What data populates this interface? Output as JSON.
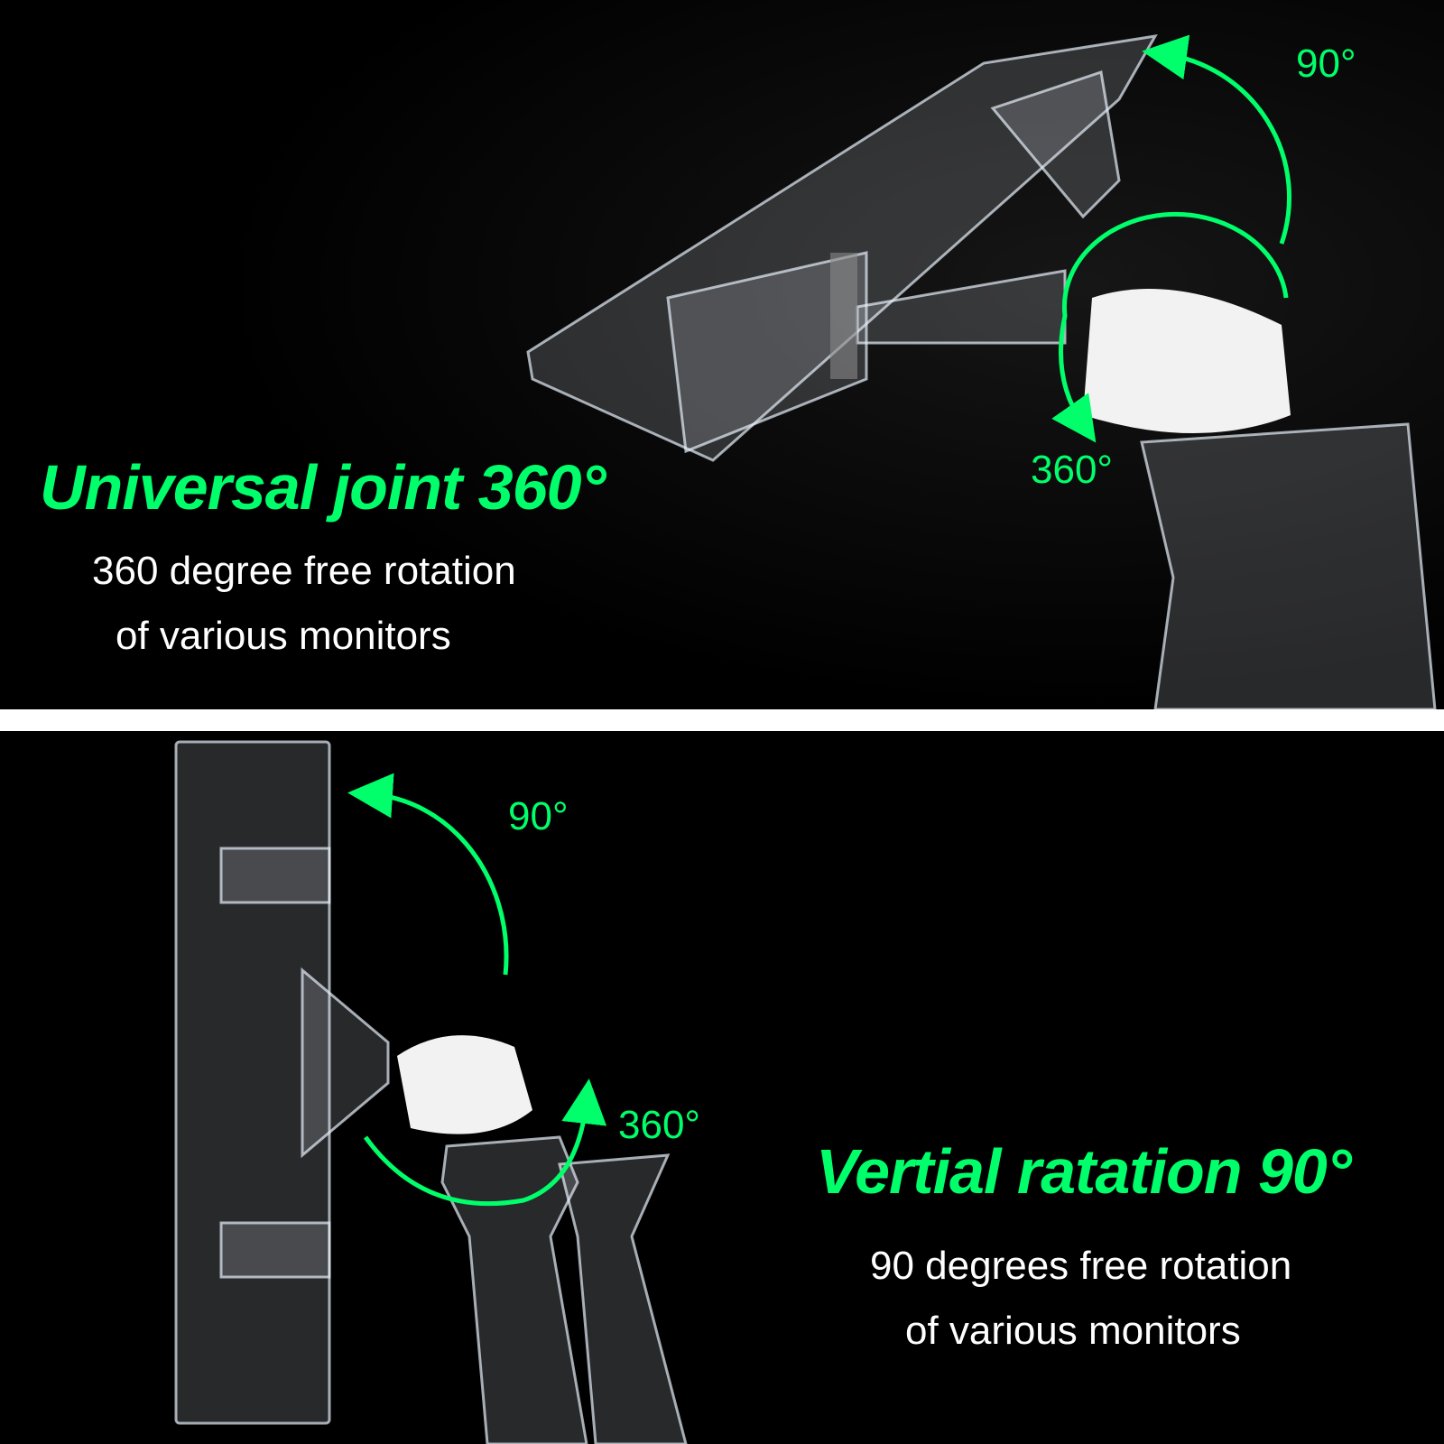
{
  "colors": {
    "accent": "#00ff6a",
    "background": "#000000",
    "text": "#ffffff"
  },
  "top": {
    "headline": "Universal joint 360°",
    "sub_line1": "360 degree free rotation",
    "sub_line2": "of various monitors",
    "arc_label_90": "90°",
    "arc_label_360": "360°"
  },
  "bottom": {
    "headline": "Vertial ratation 90°",
    "sub_line1": "90 degrees free rotation",
    "sub_line2": "of various monitors",
    "arc_label_90": "90°",
    "arc_label_360": "360°"
  }
}
